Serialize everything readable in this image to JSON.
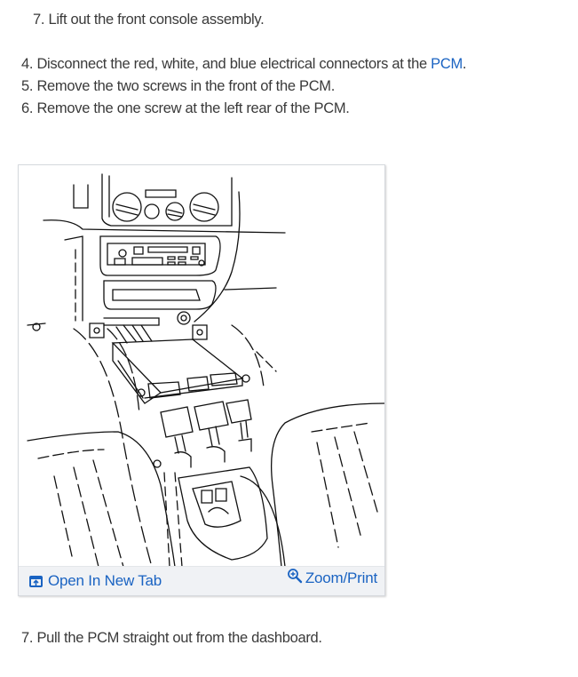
{
  "steps_before": [
    {
      "text": "7. Lift out the front console assembly."
    }
  ],
  "steps": [
    {
      "prefix": "4. Disconnect the red, white, and blue electrical connectors at the ",
      "link": "PCM",
      "suffix": "."
    },
    {
      "text": "5. Remove the two screws in the front of the PCM."
    },
    {
      "text": "6. Remove the one screw at the left rear of the PCM."
    }
  ],
  "figure": {
    "alt": "Line drawing of center console with PCM module and three electrical connectors",
    "actions": {
      "open_new_tab": {
        "label": "Open In New Tab",
        "icon": "open-in-new-tab-icon"
      },
      "zoom_print": {
        "label": "Zoom/Print",
        "icon": "zoom-in-icon"
      }
    }
  },
  "steps_after": [
    {
      "text": "7. Pull the PCM straight out from the dashboard."
    }
  ],
  "colors": {
    "link": "#1a63c2",
    "text": "#3a3a3a",
    "footer_bg": "#f0f2f5"
  }
}
